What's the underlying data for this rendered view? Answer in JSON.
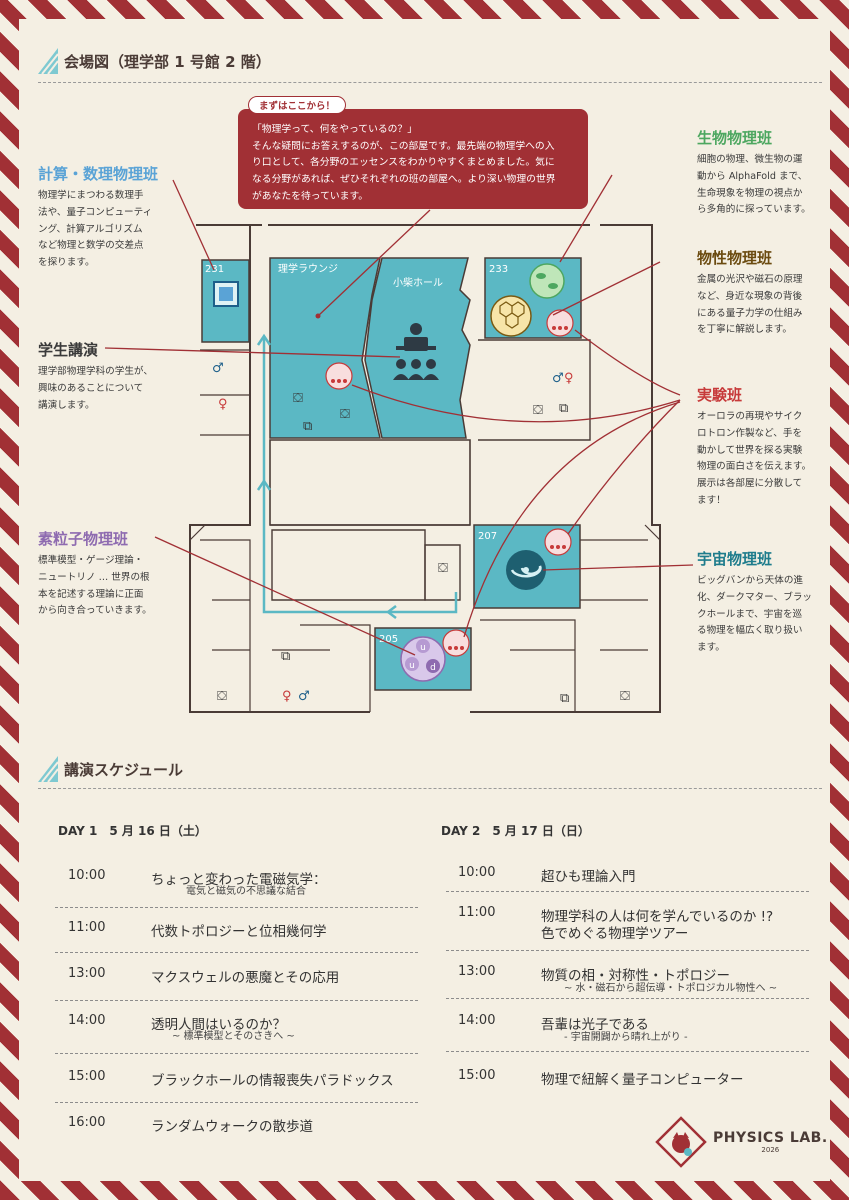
{
  "sections": {
    "map_title": "会場図（理学部 1 号館 2 階）",
    "schedule_title": "講演スケジュール"
  },
  "callout": {
    "tag": "まずはここから！",
    "lines": [
      "「物理学って、何をやっているの？」",
      "そんな疑問にお答えするのが、この部屋です。最先端の物理学への入",
      "り口として、各分野のエッセンスをわかりやすくまとめました。気に",
      "なる分野があれば、ぜひそれぞれの班の部屋へ。より深い物理の世界",
      "があなたを待っています。"
    ]
  },
  "groups": {
    "compute": {
      "title": "計算・数理物理班",
      "lines": [
        "物理学にまつわる数理手",
        "法や、量子コンピューティ",
        "ング、計算アルゴリズム",
        "など物理と数学の交差点",
        "を探ります。"
      ]
    },
    "lecture": {
      "title": "学生講演",
      "lines": [
        "理学部物理学科の学生が、",
        "興味のあることについて",
        "講演します。"
      ]
    },
    "particle": {
      "title": "素粒子物理班",
      "lines": [
        "標準模型・ゲージ理論・",
        "ニュートリノ … 世界の根",
        "本を記述する理論に正面",
        "から向き合っていきます。"
      ]
    },
    "bio": {
      "title": "生物物理班",
      "lines": [
        "細胞の物理、微生物の運",
        "動から AlphaFold まで、",
        "生命現象を物理の視点か",
        "ら多角的に探っています。"
      ]
    },
    "cond": {
      "title": "物性物理班",
      "lines": [
        "金属の光沢や磁石の原理",
        "など、身近な現象の背後",
        "にある量子力学の仕組み",
        "を丁寧に解説します。"
      ]
    },
    "exp": {
      "title": "実験班",
      "lines": [
        "オーロラの再現やサイク",
        "ロトロン作製など、手を",
        "動かして世界を探る実験",
        "物理の面白さを伝えます。",
        "展示は各部屋に分散して",
        "ます！"
      ]
    },
    "cosmo": {
      "title": "宇宙物理班",
      "lines": [
        "ビッグバンから天体の進",
        "化、ダークマター、ブラッ",
        "クホールまで、宇宙を巡",
        "る物理を幅広く取り扱い",
        "ます。"
      ]
    }
  },
  "map": {
    "rooms": {
      "r231": "231",
      "lounge": "理学ラウンジ",
      "hall": "小柴ホール",
      "r233": "233",
      "r207": "207",
      "r205": "205"
    },
    "quarks": [
      "u",
      "u",
      "d"
    ]
  },
  "colors": {
    "red": "#a13035",
    "teal": "#5bb8c4",
    "compute": "#5aa3d6",
    "bio": "#4da760",
    "cond": "#6b4b10",
    "exp": "#c73a3a",
    "cosmo": "#1e7c8c",
    "particle": "#8e6bb0"
  },
  "schedule": {
    "day1": {
      "title": "DAY 1　5 月 16 日（土）",
      "rows": [
        {
          "time": "10:00",
          "title": "ちょっと変わった電磁気学：",
          "sub": "電気と磁気の不思議な結合"
        },
        {
          "time": "11:00",
          "title": "代数トポロジーと位相幾何学",
          "sub": ""
        },
        {
          "time": "13:00",
          "title": "マクスウェルの悪魔とその応用",
          "sub": ""
        },
        {
          "time": "14:00",
          "title": "透明人間はいるのか？",
          "sub": "~ 標準模型とそのさきへ ~"
        },
        {
          "time": "15:00",
          "title": "ブラックホールの情報喪失パラドックス",
          "sub": ""
        },
        {
          "time": "16:00",
          "title": "ランダムウォークの散歩道",
          "sub": ""
        }
      ]
    },
    "day2": {
      "title": "DAY 2　5 月 17 日（日）",
      "rows": [
        {
          "time": "10:00",
          "title": "超ひも理論入門",
          "title2": "",
          "sub": ""
        },
        {
          "time": "11:00",
          "title": "物理学科の人は何を学んでいるのか !?",
          "title2": "色でめぐる物理学ツアー",
          "sub": ""
        },
        {
          "time": "13:00",
          "title": "物質の相・対称性・トポロジー",
          "title2": "",
          "sub": "~ 水・磁石から超伝導・トポロジカル物性へ ~"
        },
        {
          "time": "14:00",
          "title": "吾輩は光子である",
          "title2": "",
          "sub": "- 宇宙開闢から晴れ上がり -"
        },
        {
          "time": "15:00",
          "title": "物理で紐解く量子コンピューター",
          "title2": "",
          "sub": ""
        }
      ]
    }
  },
  "logo": {
    "name": "PHYSICS LAB.",
    "year": "2026"
  }
}
